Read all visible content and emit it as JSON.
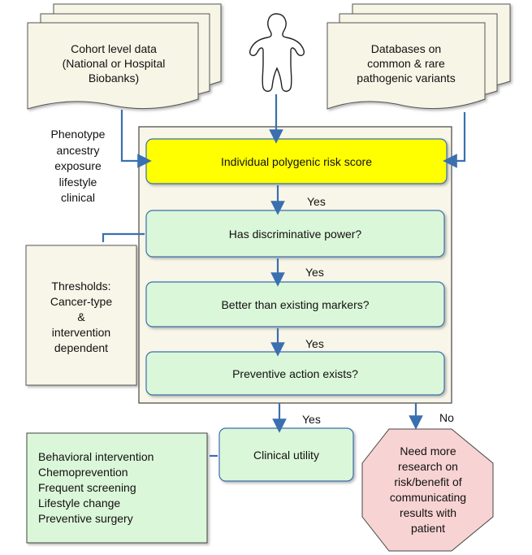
{
  "docs": {
    "cohort": "Cohort level data\n(National or Hospital\nBiobanks)",
    "databases": "Databases on\ncommon & rare\npathogenic variants"
  },
  "person_icon": "person-figure",
  "side_inputs": "Phenotype\nancestry\nexposure\nlifestyle\nclinical",
  "thresholds": "Thresholds:\nCancer-type\n&\nintervention\ndependent",
  "steps": {
    "prs": "Individual polygenic risk score",
    "discriminative": "Has discriminative power?",
    "better": "Better than existing markers?",
    "preventive": "Preventive action exists?",
    "utility": "Clinical utility"
  },
  "edge_labels": {
    "yes_1": "Yes",
    "yes_2": "Yes",
    "yes_3": "Yes",
    "yes_4": "Yes",
    "no": "No"
  },
  "actions": [
    "Behavioral intervention",
    "Chemoprevention",
    "Frequent screening",
    "Lifestyle change",
    "Preventive surgery"
  ],
  "research": "Need more\nresearch on\nrisk/benefit of\ncommunicating\nresults with\npatient",
  "colors": {
    "prs_fill": "#ffff00",
    "step_fill": "#dbf7d9",
    "step_stroke": "#3a6fb0",
    "doc_fill": "#f7f5e6",
    "octagon_fill": "#f8d3d3",
    "arrow": "#3a6fb0"
  }
}
